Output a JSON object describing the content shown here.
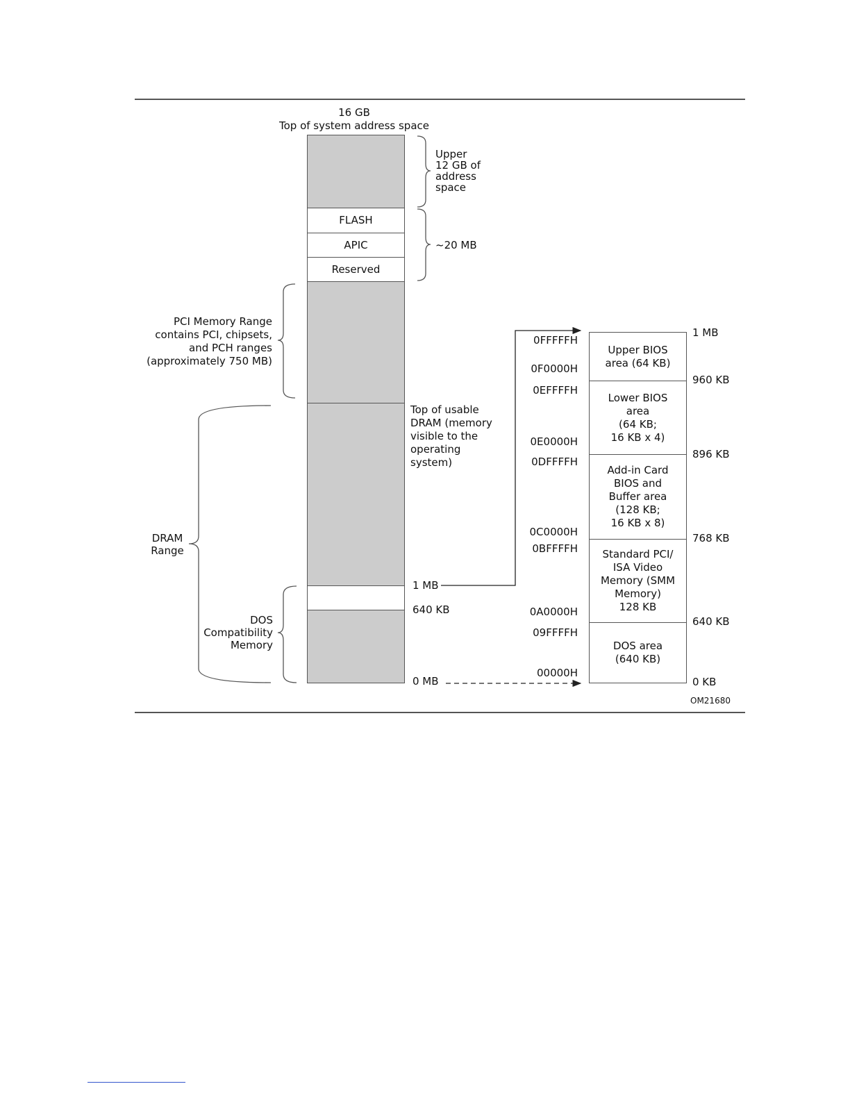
{
  "top_caption": {
    "size": "16 GB",
    "desc": "Top of system address space"
  },
  "left_column": {
    "upper_brace_label": "Upper\n12 GB of\naddress\nspace",
    "flash": "FLASH",
    "apic": "APIC",
    "reserved": "Reserved",
    "mid_brace_label": "~20 MB",
    "pci_label": "PCI Memory Range\ncontains PCI, chipsets,\nand PCH ranges\n(approximately 750 MB)",
    "tolud_label": "Top of usable\nDRAM (memory\nvisible to the\noperating\nsystem)",
    "dram_label": "DRAM\nRange",
    "dos_label": "DOS\nCompatibility\nMemory",
    "mark_1mb": "1 MB",
    "mark_640kb": "640 KB",
    "mark_0mb": "0 MB"
  },
  "right_column": {
    "regions": [
      {
        "label": "Upper BIOS\narea (64 KB)"
      },
      {
        "label": "Lower BIOS\narea\n(64 KB;\n16 KB x 4)"
      },
      {
        "label": "Add-in Card\nBIOS and\nBuffer area\n(128 KB;\n16 KB x 8)"
      },
      {
        "label": "Standard PCI/\nISA Video\nMemory (SMM\nMemory)\n128 KB"
      },
      {
        "label": "DOS area\n(640  KB)"
      }
    ],
    "hex": [
      "0FFFFFH",
      "0F0000H",
      "0EFFFFH",
      "0E0000H",
      "0DFFFFH",
      "0C0000H",
      "0BFFFFH",
      "0A0000H",
      "09FFFFH",
      "00000H"
    ],
    "sizes": [
      "1 MB",
      "960 KB",
      "896 KB",
      "768 KB",
      "640 KB",
      "0 KB"
    ]
  },
  "figure_id": "OM21680"
}
